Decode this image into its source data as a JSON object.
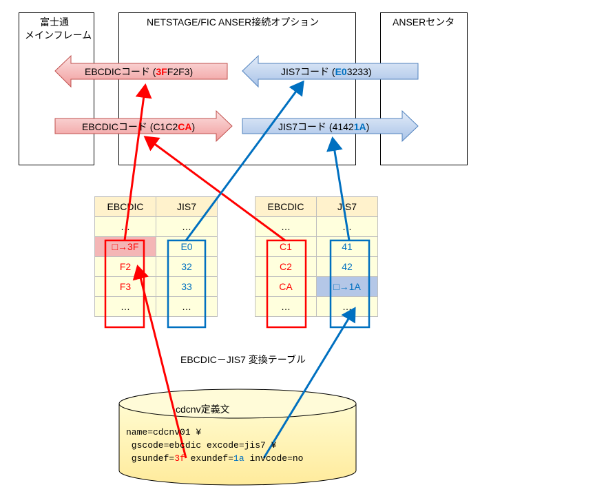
{
  "panels": {
    "mainframe": {
      "title_line1": "富士通",
      "title_line2": "メインフレーム"
    },
    "option": {
      "title": "NETSTAGE/FIC ANSER接続オプション"
    },
    "center": {
      "title": "ANSERセンタ"
    }
  },
  "arrows": {
    "ebcdic_out": {
      "prefix": "EBCDICコード (",
      "highlight": "3F",
      "suffix": "F2F3)"
    },
    "ebcdic_in": {
      "prefix": "EBCDICコード (C1C2",
      "highlight": "CA",
      "suffix": ")"
    },
    "jis7_in": {
      "prefix": "JIS7コード (",
      "highlight": "E0",
      "suffix": "3233)"
    },
    "jis7_out": {
      "prefix": "JIS7コード (4142",
      "highlight": "1A",
      "suffix": ")"
    }
  },
  "tables": {
    "left": {
      "headers": [
        "EBCDIC",
        "JIS7"
      ],
      "rows": [
        [
          "…",
          "…"
        ],
        [
          "□→3F",
          "E0"
        ],
        [
          "F2",
          "32"
        ],
        [
          "F3",
          "33"
        ],
        [
          "…",
          "…"
        ]
      ]
    },
    "right": {
      "headers": [
        "EBCDIC",
        "JIS7"
      ],
      "rows": [
        [
          "…",
          "…"
        ],
        [
          "C1",
          "41"
        ],
        [
          "C2",
          "42"
        ],
        [
          "CA",
          "□→1A"
        ],
        [
          "…",
          "…"
        ]
      ]
    },
    "caption": "EBCDIC－JIS7 変換テーブル"
  },
  "definition": {
    "title": "cdcnv定義文",
    "line1": "name=cdcnv01 ¥",
    "line2": " gscode=ebcdic excode=jis7 ¥",
    "line3_a": " gsundef=",
    "line3_red": "3f",
    "line3_b": " exundef=",
    "line3_blue": "1a",
    "line3_c": " invcode=no"
  },
  "colors": {
    "red": "#ff0000",
    "blue": "#0070c0",
    "red_arrow_fill": "#f4c2c2",
    "blue_arrow_fill": "#c5d9f1"
  }
}
